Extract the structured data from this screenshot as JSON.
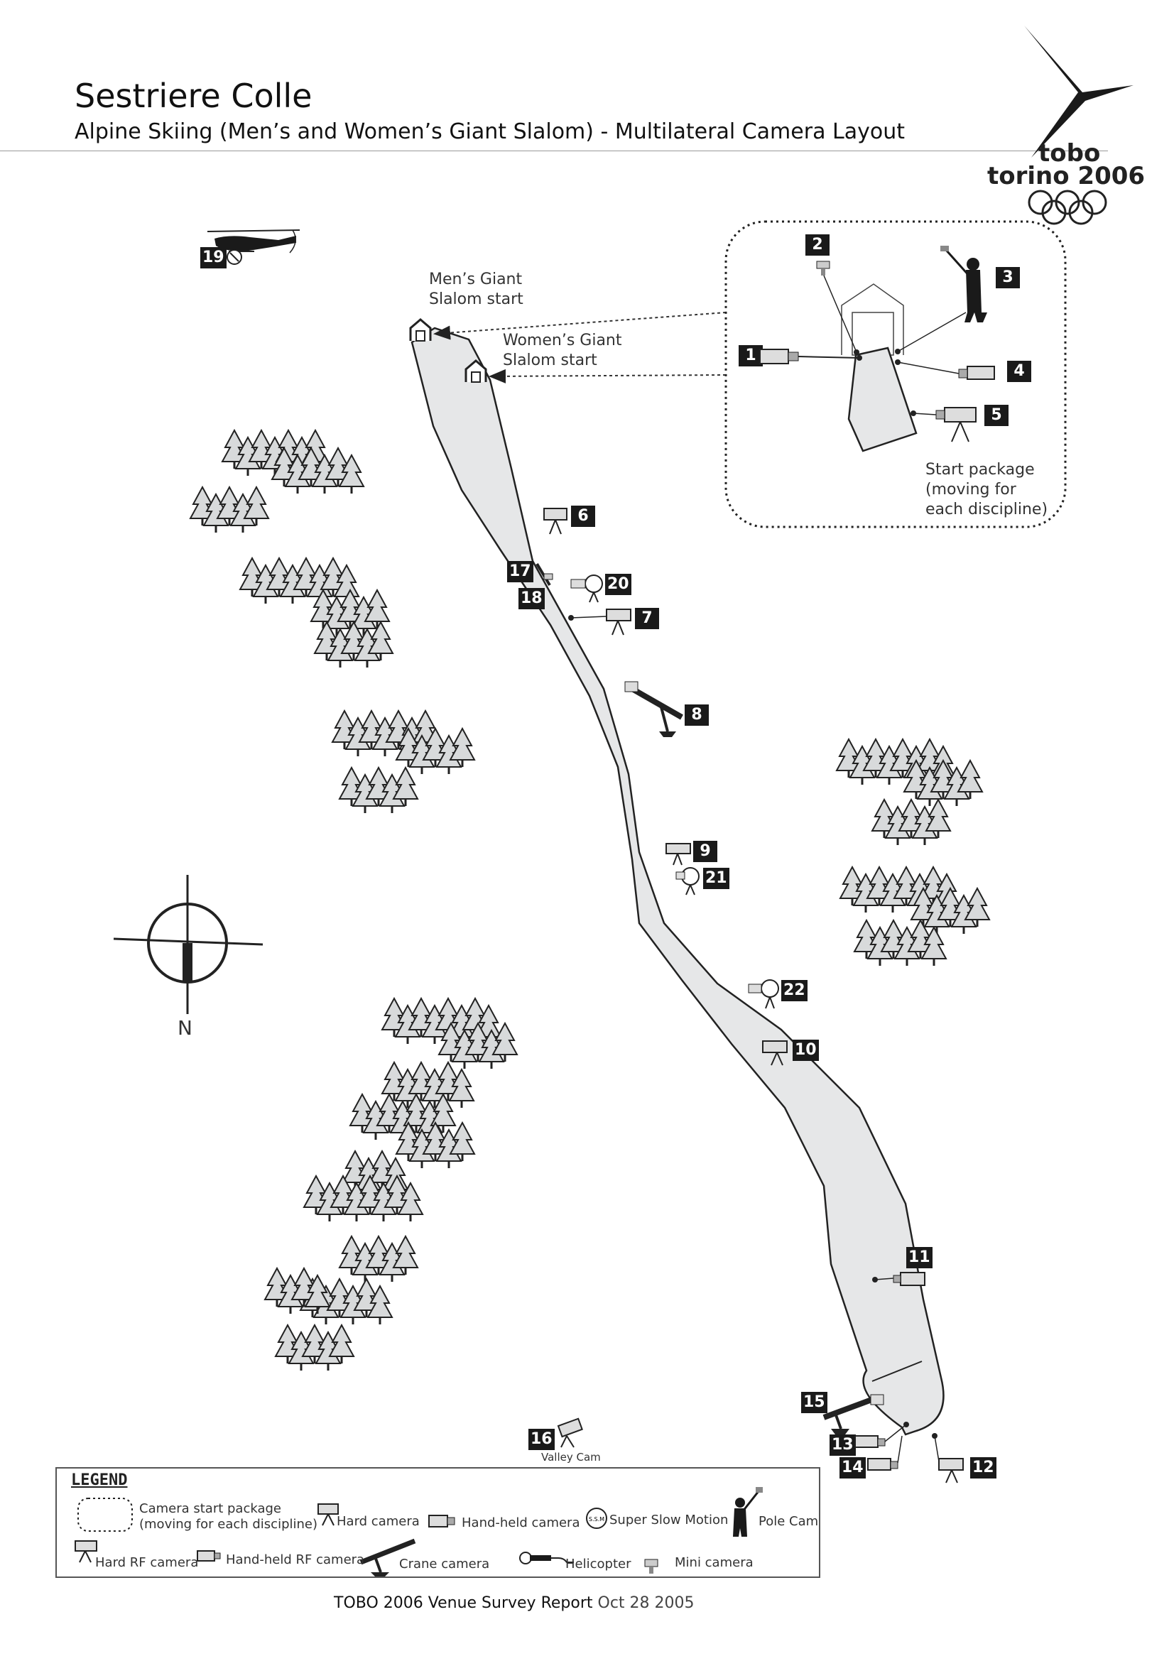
{
  "header": {
    "title": "Sestriere Colle",
    "subtitle": "Alpine Skiing (Men’s and Women’s Giant Slalom) - Multilateral Camera Layout"
  },
  "logo": {
    "line1": "tobo",
    "line2": "torino 2006",
    "icon": "olympic-rings-icon"
  },
  "map_labels": {
    "mens_start": "Men’s Giant\nSlalom start",
    "womens_start": "Women’s Giant\nSlalom start",
    "start_package": "Start package\n(moving for\neach discipline)",
    "valley_cam": "Valley Cam",
    "north": "N"
  },
  "cameras": [
    {
      "number": "1",
      "type": "hand-held-camera"
    },
    {
      "number": "2",
      "type": "mini-camera"
    },
    {
      "number": "3",
      "type": "pole-cam"
    },
    {
      "number": "4",
      "type": "hand-held-camera"
    },
    {
      "number": "5",
      "type": "hard-rf-camera"
    },
    {
      "number": "6",
      "type": "hard-camera"
    },
    {
      "number": "7",
      "type": "hard-camera"
    },
    {
      "number": "8",
      "type": "crane-camera"
    },
    {
      "number": "9",
      "type": "hard-camera"
    },
    {
      "number": "10",
      "type": "hard-camera"
    },
    {
      "number": "11",
      "type": "hand-held-camera"
    },
    {
      "number": "12",
      "type": "hard-camera"
    },
    {
      "number": "13",
      "type": "hand-held-camera"
    },
    {
      "number": "14",
      "type": "hand-held-camera"
    },
    {
      "number": "15",
      "type": "crane-camera"
    },
    {
      "number": "16",
      "type": "hard-camera"
    },
    {
      "number": "17",
      "type": "mini-camera"
    },
    {
      "number": "18",
      "type": "mini-camera"
    },
    {
      "number": "19",
      "type": "helicopter"
    },
    {
      "number": "20",
      "type": "super-slow-motion"
    },
    {
      "number": "21",
      "type": "super-slow-motion"
    },
    {
      "number": "22",
      "type": "super-slow-motion"
    }
  ],
  "legend": {
    "title": "LEGEND",
    "items": {
      "start_package": "Camera start package\n(moving for each discipline)",
      "hard_camera": "Hard camera",
      "hand_held_camera": "Hand-held camera",
      "super_slow_motion": "Super Slow Motion",
      "pole_cam": "Pole Cam",
      "hard_rf_camera": "Hard RF camera",
      "hand_held_rf_camera": "Hand-held RF camera",
      "crane_camera": "Crane camera",
      "helicopter": "Helicopter",
      "mini_camera": "Mini camera"
    }
  },
  "footer": {
    "report": "TOBO 2006 Venue Survey Report",
    "date": "Oct 28 2005"
  }
}
